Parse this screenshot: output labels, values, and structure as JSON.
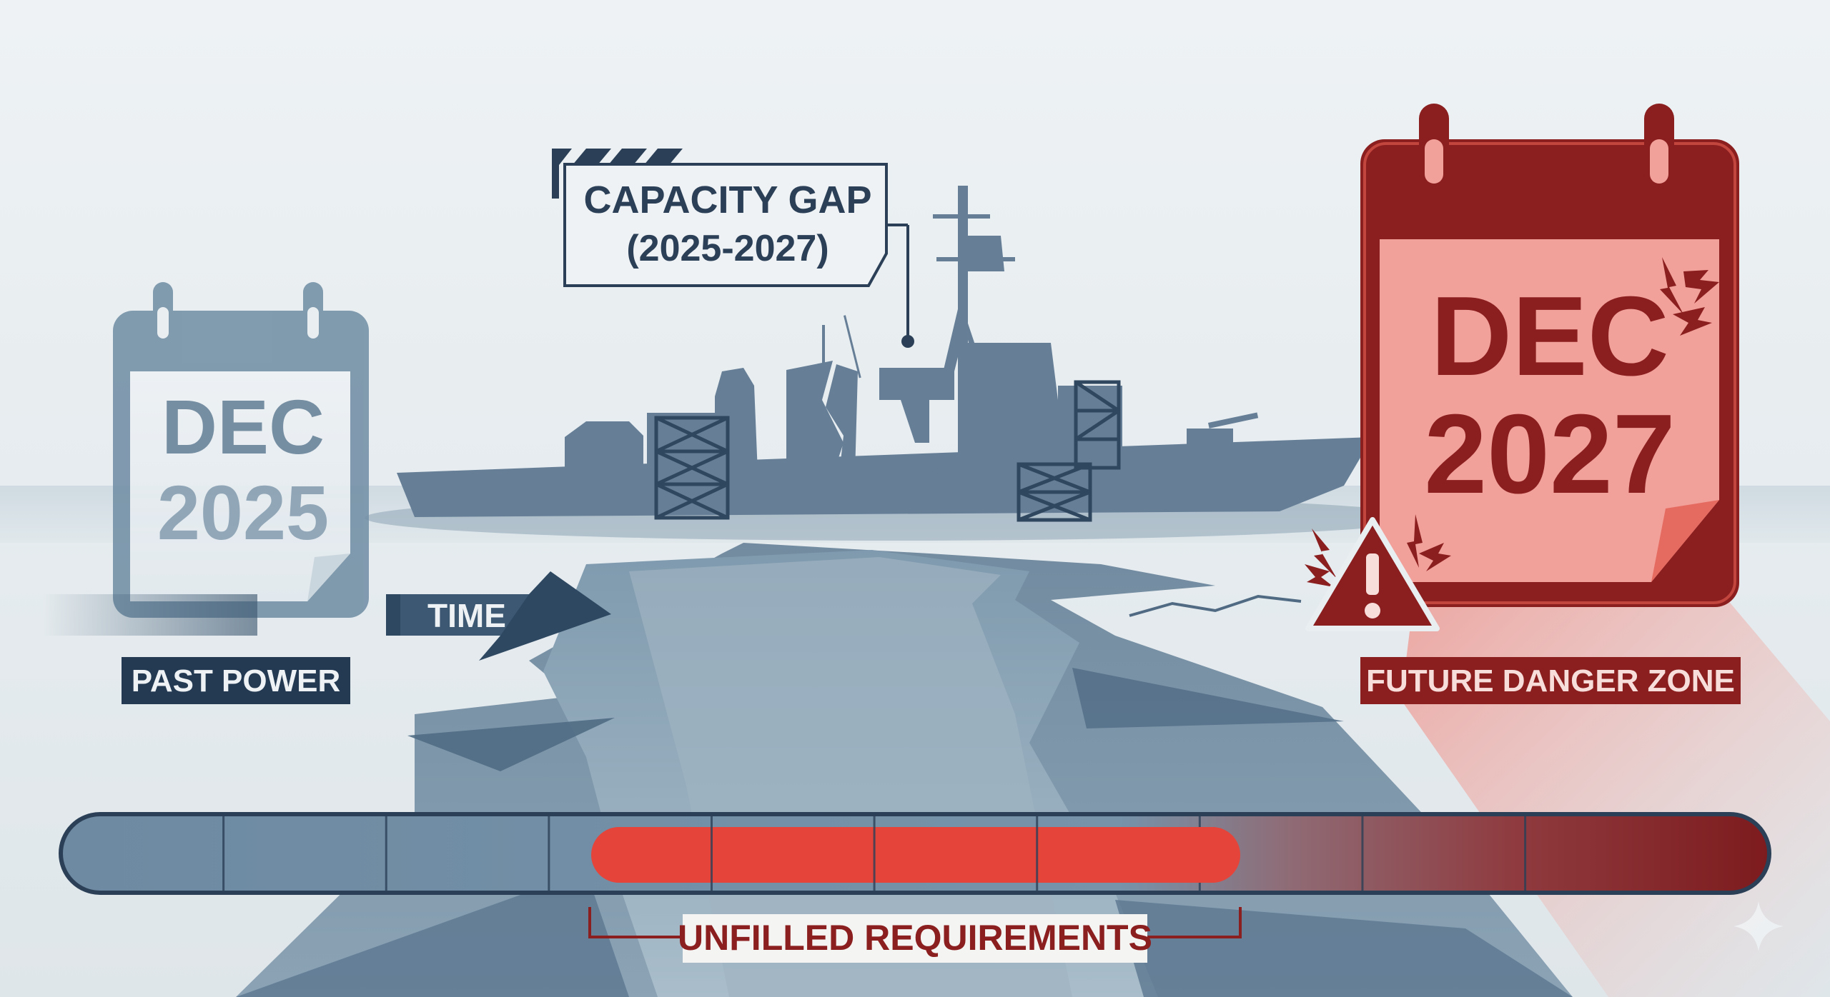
{
  "capacity_gap": {
    "title": "CAPACITY GAP",
    "years": "(2025-2027)"
  },
  "calendar_past": {
    "month": "DEC",
    "year": "2025"
  },
  "calendar_future": {
    "month": "DEC",
    "year": "2027"
  },
  "arrow_label": "TIME",
  "past_label": "PAST POWER",
  "future_label": "FUTURE DANGER ZONE",
  "bar_label": "UNFILLED REQUIREMENTS",
  "timeline": {
    "segment_count": 10,
    "gap_start_segment": 3,
    "gap_end_segment": 6
  },
  "colors": {
    "background": "#e9eef1",
    "navy": "#233a52",
    "slate": "#5f7b94",
    "danger_red": "#8b1e1e",
    "bright_red": "#e5443a",
    "pink": "#f2a09a"
  },
  "icons": [
    "calendar-icon",
    "arrow-right-icon",
    "warship-icon",
    "crack-icon",
    "warning-triangle-icon",
    "lightning-icon",
    "sparkle-icon"
  ]
}
